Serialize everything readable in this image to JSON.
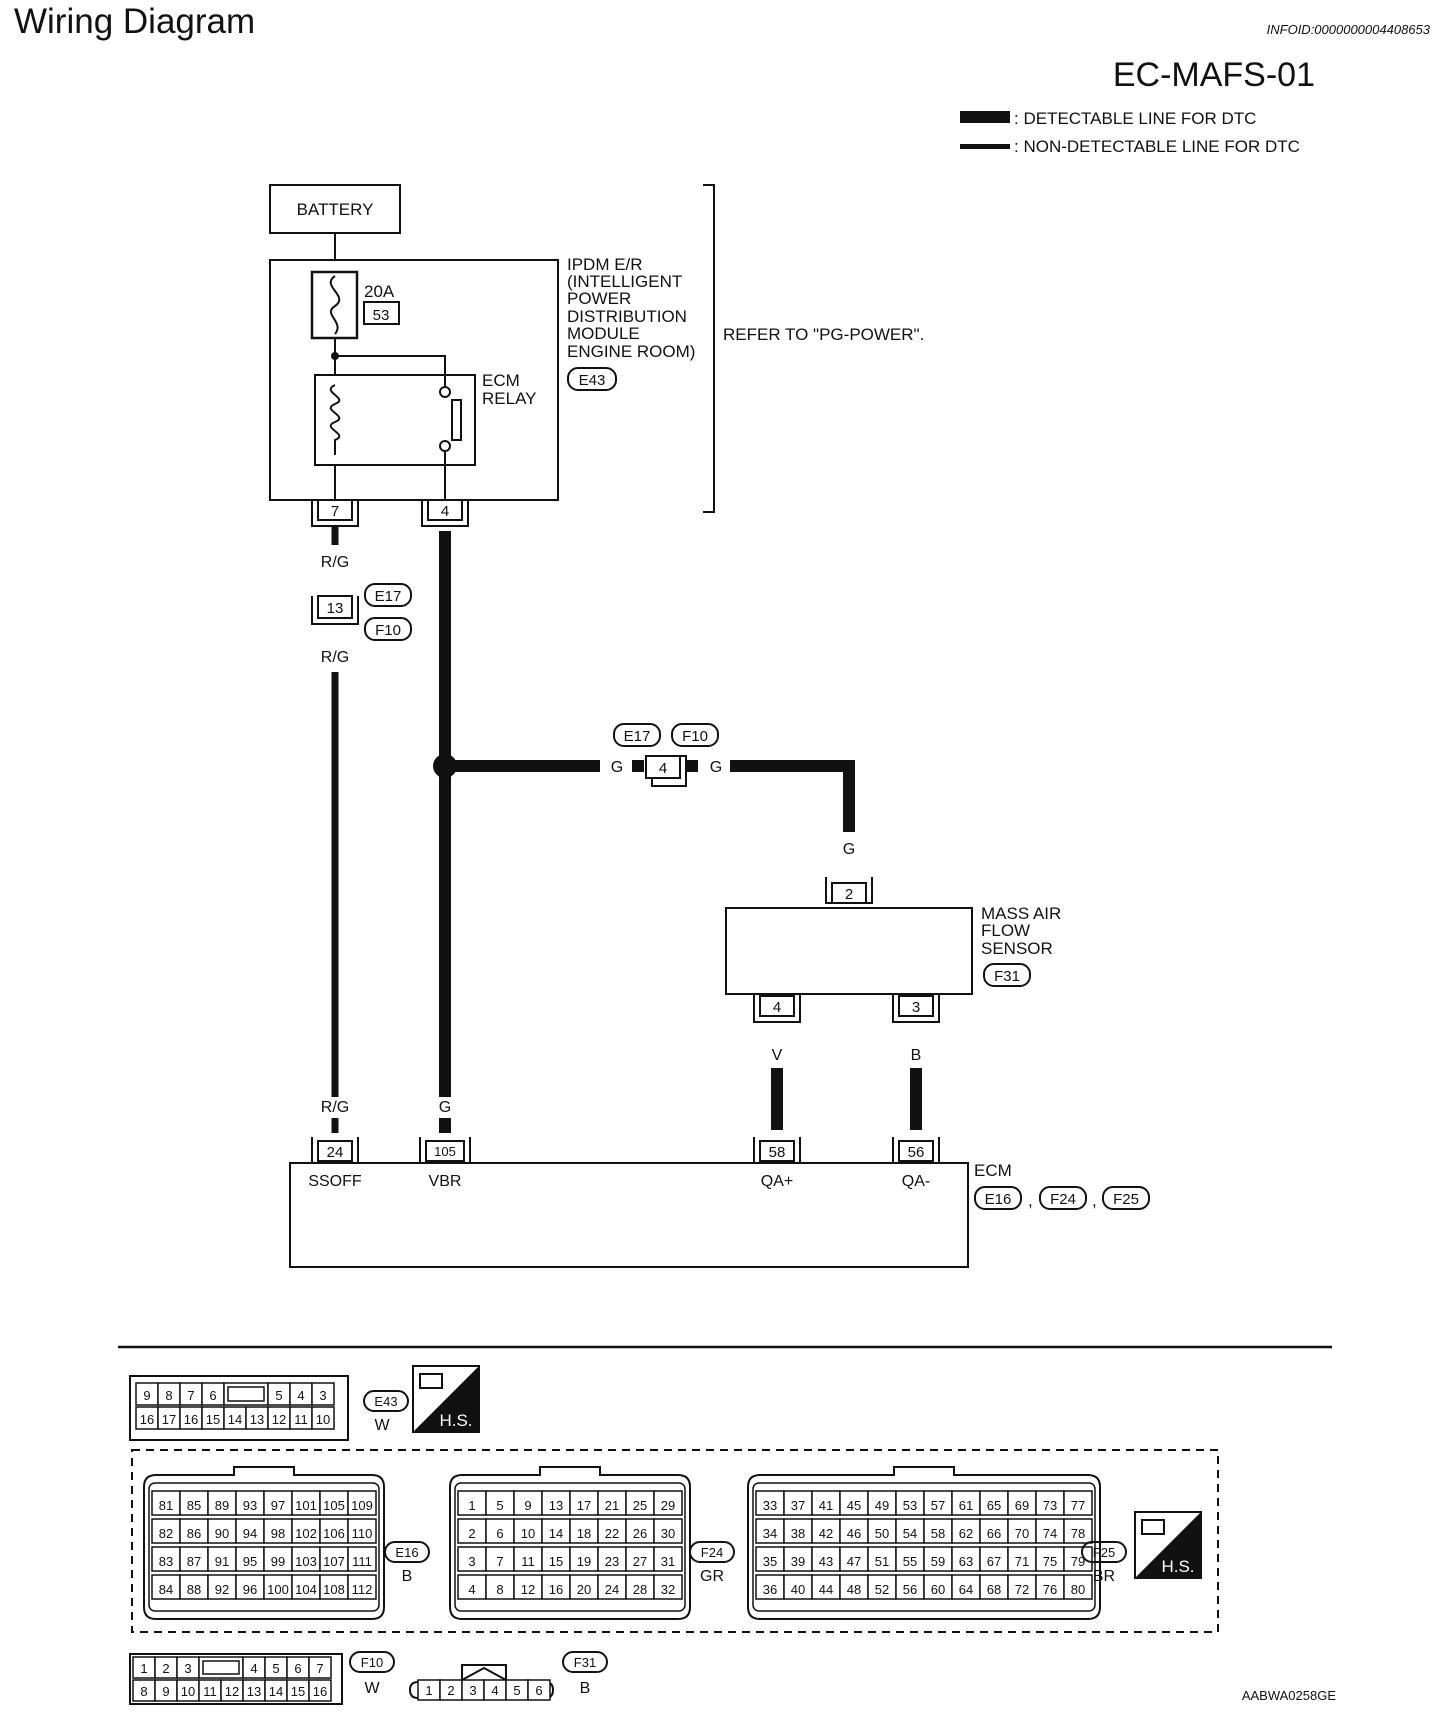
{
  "header": {
    "title": "Wiring Diagram",
    "info_id": "INFOID:0000000004408653",
    "code": "EC-MAFS-01"
  },
  "legend": {
    "detectable": ": DETECTABLE LINE FOR DTC",
    "non_detectable": ": NON-DETECTABLE LINE FOR DTC"
  },
  "battery": {
    "label": "BATTERY"
  },
  "fuse": {
    "rating": "20A",
    "number": "53"
  },
  "ipdm": {
    "lines": [
      "IPDM E/R",
      "(INTELLIGENT",
      "POWER",
      "DISTRIBUTION",
      "MODULE",
      "ENGINE ROOM)"
    ],
    "connector": "E43",
    "refer": "REFER TO \"PG-POWER\".",
    "pins": [
      "7",
      "4"
    ]
  },
  "relay": {
    "lines": [
      "ECM",
      "RELAY"
    ]
  },
  "wires": {
    "rg": "R/G",
    "g": "G",
    "v": "V",
    "b": "B"
  },
  "joint": {
    "pin_13": "13",
    "pin_4": "4",
    "connectors": [
      "E17",
      "F10"
    ]
  },
  "maf": {
    "lines": [
      "MASS AIR",
      "FLOW",
      "SENSOR"
    ],
    "connector": "F31",
    "pins": {
      "top": "2",
      "left": "4",
      "right": "3"
    }
  },
  "ecm": {
    "label": "ECM",
    "connectors": [
      "E16",
      "F24",
      "F25"
    ],
    "pins": [
      {
        "num": "24",
        "name": "SSOFF"
      },
      {
        "num": "105",
        "name": "VBR"
      },
      {
        "num": "58",
        "name": "QA+"
      },
      {
        "num": "56",
        "name": "QA-"
      }
    ]
  },
  "connector_views": {
    "e43": {
      "id": "E43",
      "color": "W",
      "row1": [
        "9",
        "8",
        "7",
        "6",
        "",
        "5",
        "4",
        "3"
      ],
      "row2": [
        "16",
        "17",
        "16",
        "15",
        "14",
        "13",
        "12",
        "11",
        "10"
      ]
    },
    "e16": {
      "id": "E16",
      "color": "B",
      "rows": [
        [
          "81",
          "85",
          "89",
          "93",
          "97",
          "101",
          "105",
          "109"
        ],
        [
          "82",
          "86",
          "90",
          "94",
          "98",
          "102",
          "106",
          "110"
        ],
        [
          "83",
          "87",
          "91",
          "95",
          "99",
          "103",
          "107",
          "111"
        ],
        [
          "84",
          "88",
          "92",
          "96",
          "100",
          "104",
          "108",
          "112"
        ]
      ]
    },
    "f24": {
      "id": "F24",
      "color": "GR",
      "rows": [
        [
          "1",
          "5",
          "9",
          "13",
          "17",
          "21",
          "25",
          "29"
        ],
        [
          "2",
          "6",
          "10",
          "14",
          "18",
          "22",
          "26",
          "30"
        ],
        [
          "3",
          "7",
          "11",
          "15",
          "19",
          "23",
          "27",
          "31"
        ],
        [
          "4",
          "8",
          "12",
          "16",
          "20",
          "24",
          "28",
          "32"
        ]
      ]
    },
    "f25": {
      "id": "F25",
      "color": "BR",
      "rows": [
        [
          "33",
          "37",
          "41",
          "45",
          "49",
          "53",
          "57",
          "61",
          "65",
          "69",
          "73",
          "77"
        ],
        [
          "34",
          "38",
          "42",
          "46",
          "50",
          "54",
          "58",
          "62",
          "66",
          "70",
          "74",
          "78"
        ],
        [
          "35",
          "39",
          "43",
          "47",
          "51",
          "55",
          "59",
          "63",
          "67",
          "71",
          "75",
          "79"
        ],
        [
          "36",
          "40",
          "44",
          "48",
          "52",
          "56",
          "60",
          "64",
          "68",
          "72",
          "76",
          "80"
        ]
      ]
    },
    "f10": {
      "id": "F10",
      "color": "W",
      "row1": [
        "1",
        "2",
        "3",
        "",
        "4",
        "5",
        "6",
        "7"
      ],
      "row2": [
        "8",
        "9",
        "10",
        "11",
        "12",
        "13",
        "14",
        "15",
        "16"
      ]
    },
    "f31": {
      "id": "F31",
      "color": "B",
      "cells": [
        "1",
        "2",
        "3",
        "4",
        "5",
        "6"
      ]
    },
    "hs_label": "H.S."
  },
  "footer": {
    "code": "AABWA0258GE"
  }
}
